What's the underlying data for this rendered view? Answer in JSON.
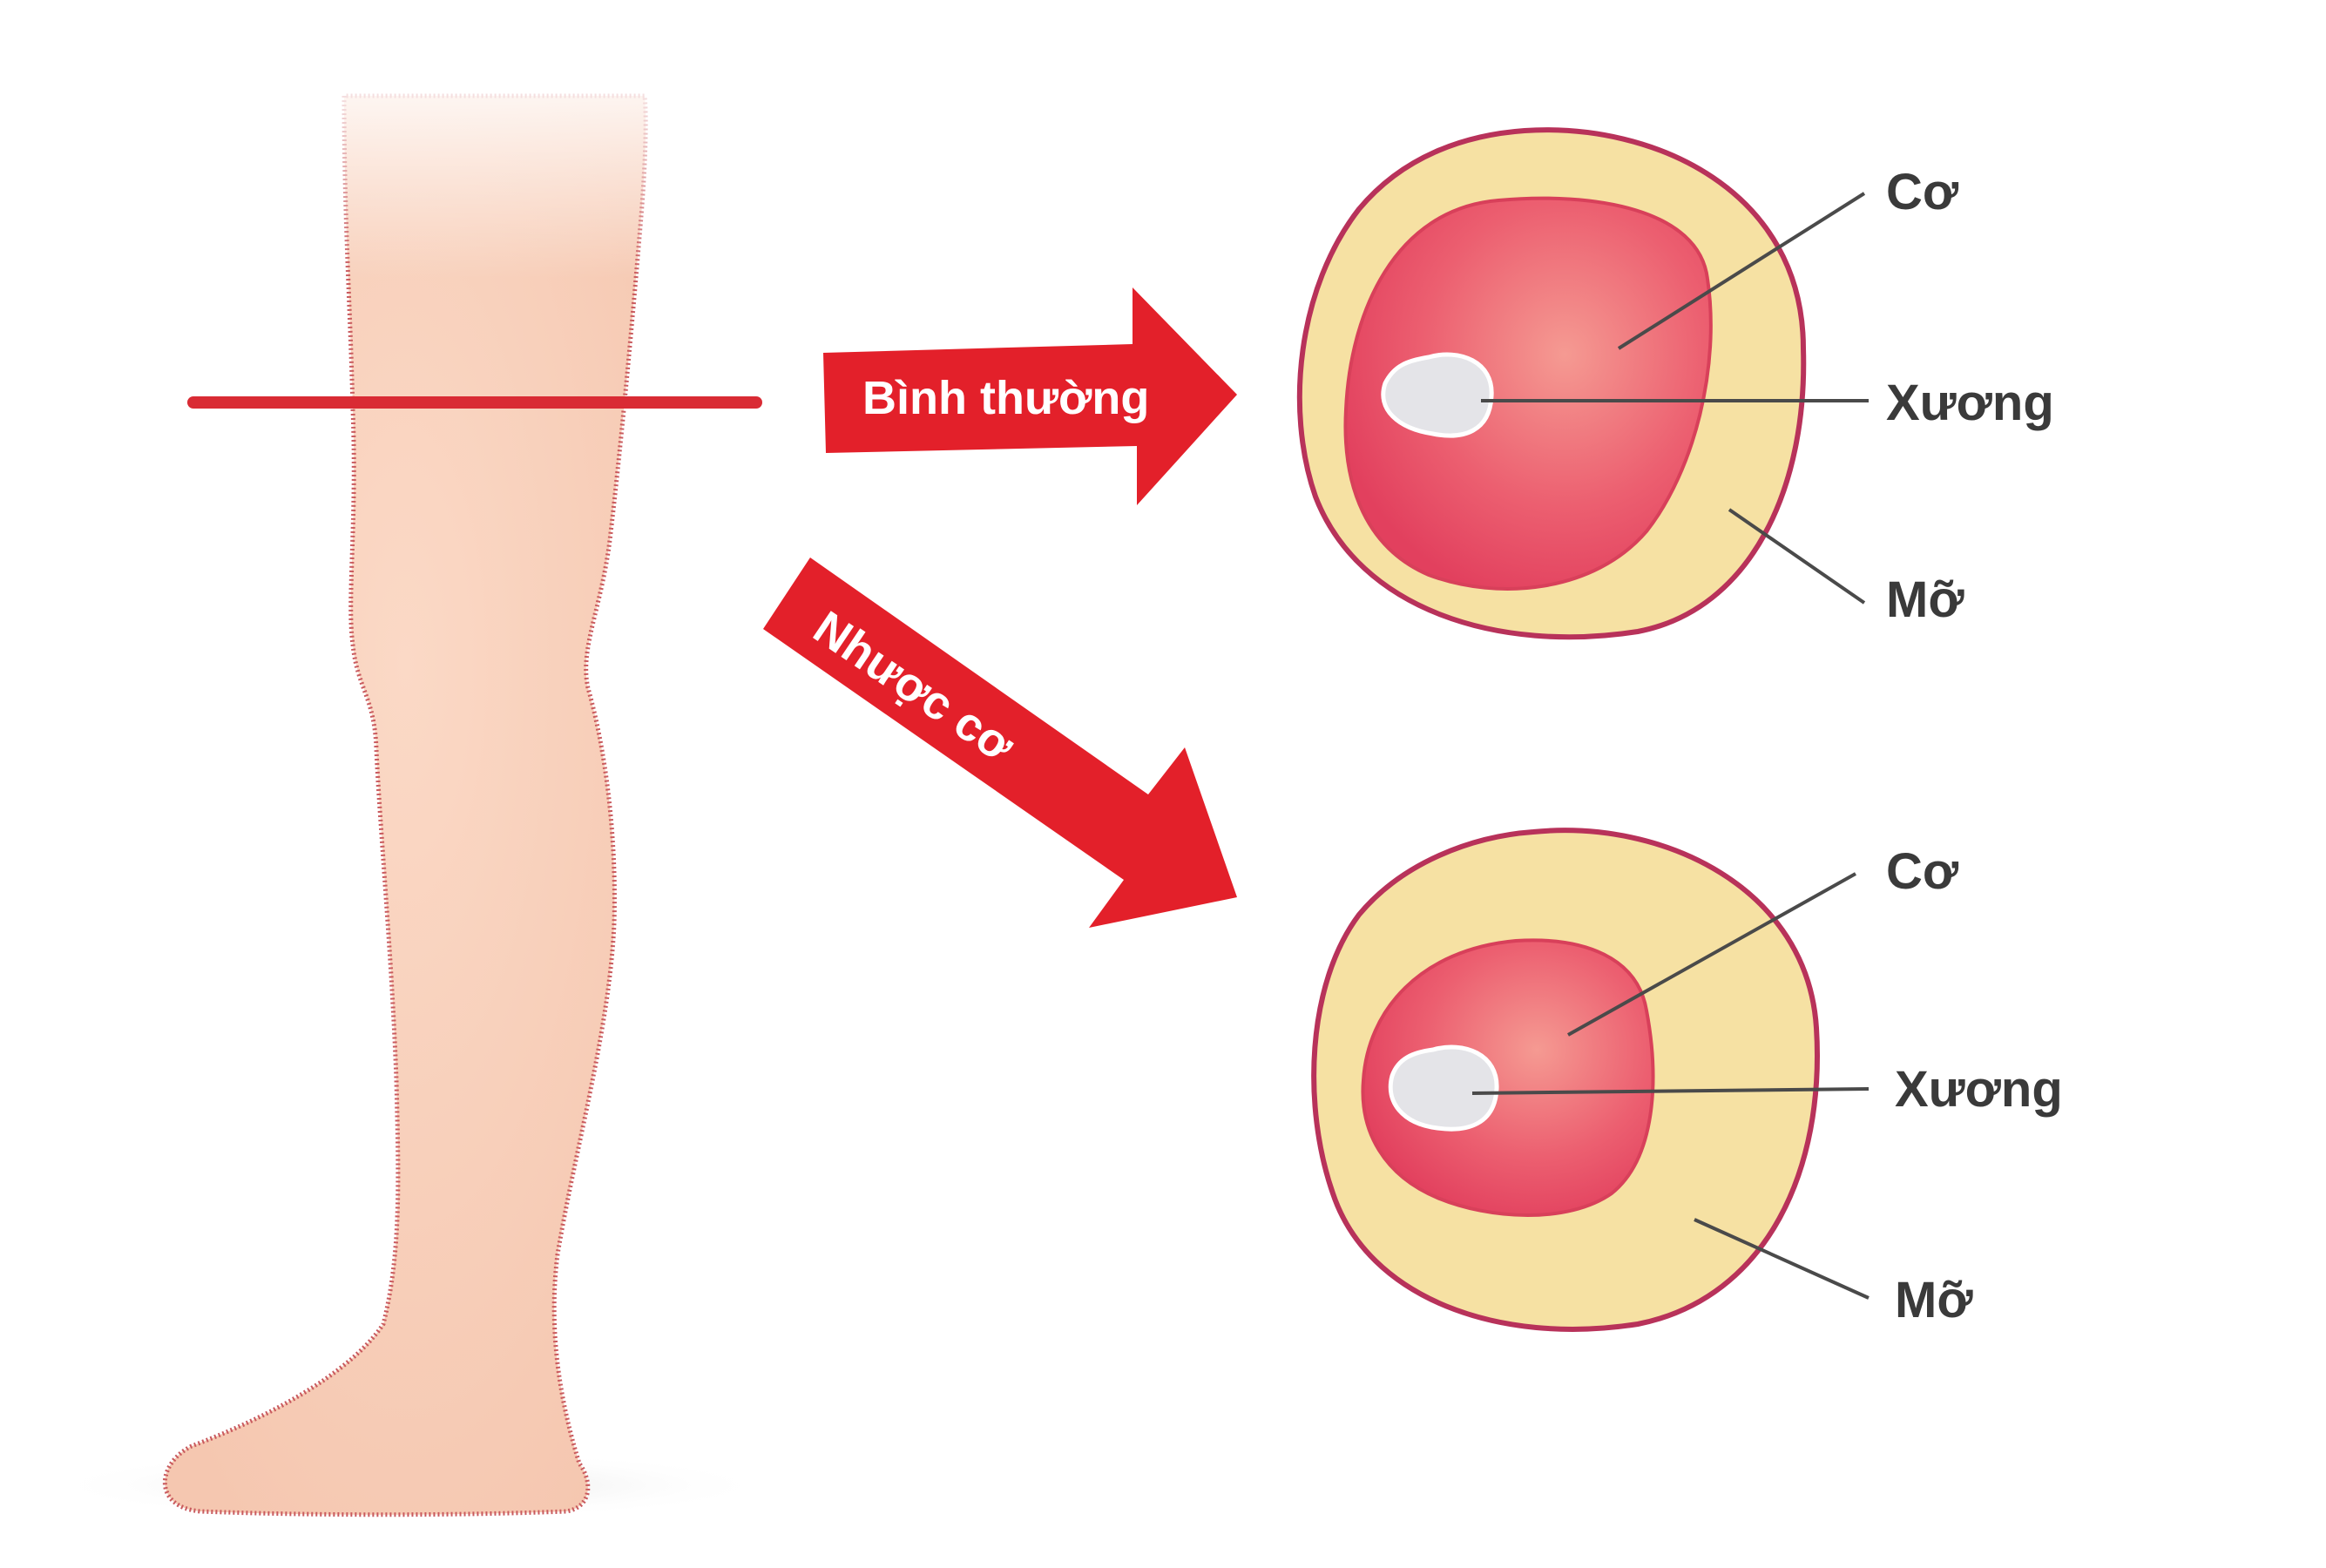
{
  "arrows": {
    "normal_label": "Bình thường",
    "atrophy_label": "Nhược cơ"
  },
  "normal_section": {
    "muscle_label": "Cơ",
    "bone_label": "Xương",
    "fat_label": "Mỡ"
  },
  "atrophy_section": {
    "muscle_label": "Cơ",
    "bone_label": "Xương",
    "fat_label": "Mỡ"
  },
  "colors": {
    "arrow_red": "#e3202a",
    "cut_line_red": "#d92b34",
    "skin": "#f9d3bf",
    "skin_outline": "#c95a5e",
    "fat": "#f6e1a3",
    "fat_outline": "#b8325a",
    "muscle": "#e84a62",
    "bone": "#e4e4e8",
    "leader_line": "#4a4a4a"
  }
}
